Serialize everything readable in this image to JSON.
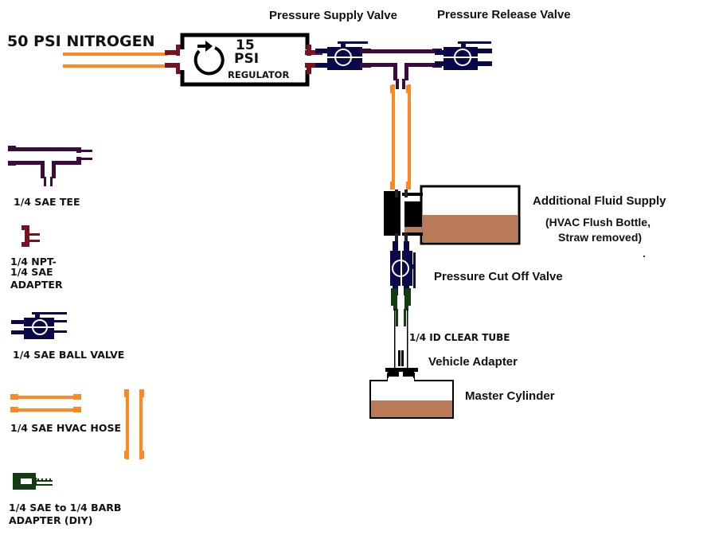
{
  "diagram": {
    "colors": {
      "hose": "#ff8822",
      "tee": "#3c0a3c",
      "adapter": "#7a1020",
      "valve": "#08084a",
      "barb": "#123d12",
      "fluid": "#b97a57",
      "outline": "#000000"
    },
    "source": {
      "label": "50 PSI NITROGEN"
    },
    "regulator": {
      "pressure": "15",
      "unit": "PSI",
      "label": "REGULATOR",
      "icon": "rotate-arrow-icon"
    },
    "components": {
      "supply_valve": "Pressure Supply Valve",
      "release_valve": "Pressure Release Valve",
      "fluid_supply_title": "Additional Fluid Supply",
      "fluid_supply_note_1": "(HVAC Flush Bottle,",
      "fluid_supply_note_2": "Straw removed)",
      "cutoff_valve": "Pressure Cut Off Valve",
      "clear_tube": "1/4 ID CLEAR TUBE",
      "vehicle_adapter": "Vehicle Adapter",
      "master_cylinder": "Master Cylinder"
    },
    "legend": [
      {
        "id": "tee",
        "lines": [
          "1/4 SAE TEE"
        ],
        "icon": "tee-fitting-icon"
      },
      {
        "id": "adapter",
        "lines": [
          "1/4 NPT-",
          "1/4 SAE",
          "ADAPTER"
        ],
        "icon": "npt-sae-adapter-icon"
      },
      {
        "id": "ball_valve",
        "lines": [
          "1/4 SAE BALL VALVE"
        ],
        "icon": "ball-valve-icon"
      },
      {
        "id": "hose",
        "lines": [
          "1/4 SAE HVAC HOSE"
        ],
        "icon": "hvac-hose-icon"
      },
      {
        "id": "barb",
        "lines": [
          "1/4 SAE to 1/4 BARB",
          "ADAPTER (DIY)"
        ],
        "icon": "barb-adapter-icon"
      }
    ]
  }
}
